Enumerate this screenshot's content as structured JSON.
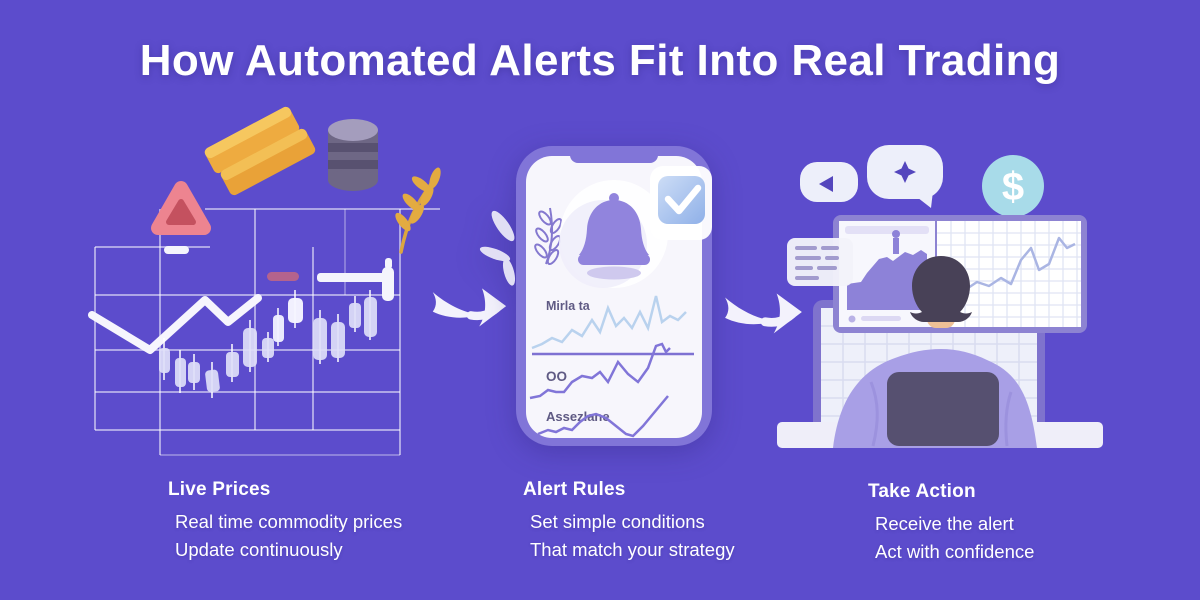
{
  "title": "How Automated Alerts Fit Into Real Trading",
  "background_color": "#5C4CCC",
  "colors": {
    "text_white": "#FFFFFF",
    "gold": "#EEAB40",
    "alert_pink": "#ED8490",
    "database_purple": "#6E6785",
    "phone_frame": "#8175D8",
    "bell_purple": "#9184DD",
    "badge_blue": "#8FB0E8",
    "coin_teal": "#A8DBE9",
    "chart_blue": "#B9D2EE",
    "chart_purple": "#8175D8",
    "monitor_line": "#AAB5E3",
    "person_shirt": "#A89FE6",
    "chair_dark": "#565070"
  },
  "steps": [
    {
      "id": "live-prices",
      "heading": "Live Prices",
      "lines": [
        "Real time commodity prices",
        "Update continuously"
      ],
      "icon_names": [
        "alert-triangle-icon",
        "gold-bars-icon",
        "database-icon",
        "wheat-sprig-icon",
        "candlestick-chart",
        "trend-line",
        "price-slider"
      ]
    },
    {
      "id": "alert-rules",
      "heading": "Alert Rules",
      "lines": [
        "Set simple conditions",
        "That match your strategy"
      ],
      "phone_screen": {
        "labels": [
          "Mirla ta",
          "OO",
          "Assezlane"
        ],
        "icon_names": [
          "bell-icon",
          "check-badge-icon",
          "leaf-doodle-icon",
          "notch"
        ]
      }
    },
    {
      "id": "take-action",
      "heading": "Take Action",
      "lines": [
        "Receive the alert",
        "Act with confidence"
      ],
      "coin_symbol": "$",
      "icon_names": [
        "speech-bubble-cursor-icon",
        "speech-bubble-sparkle-icon",
        "dollar-coin-icon",
        "dual-monitors",
        "trader-at-desk",
        "info-card"
      ]
    }
  ],
  "connectors": [
    {
      "id": "arrow-1",
      "type": "arrow-right"
    },
    {
      "id": "arrow-2",
      "type": "arrow-right"
    }
  ]
}
